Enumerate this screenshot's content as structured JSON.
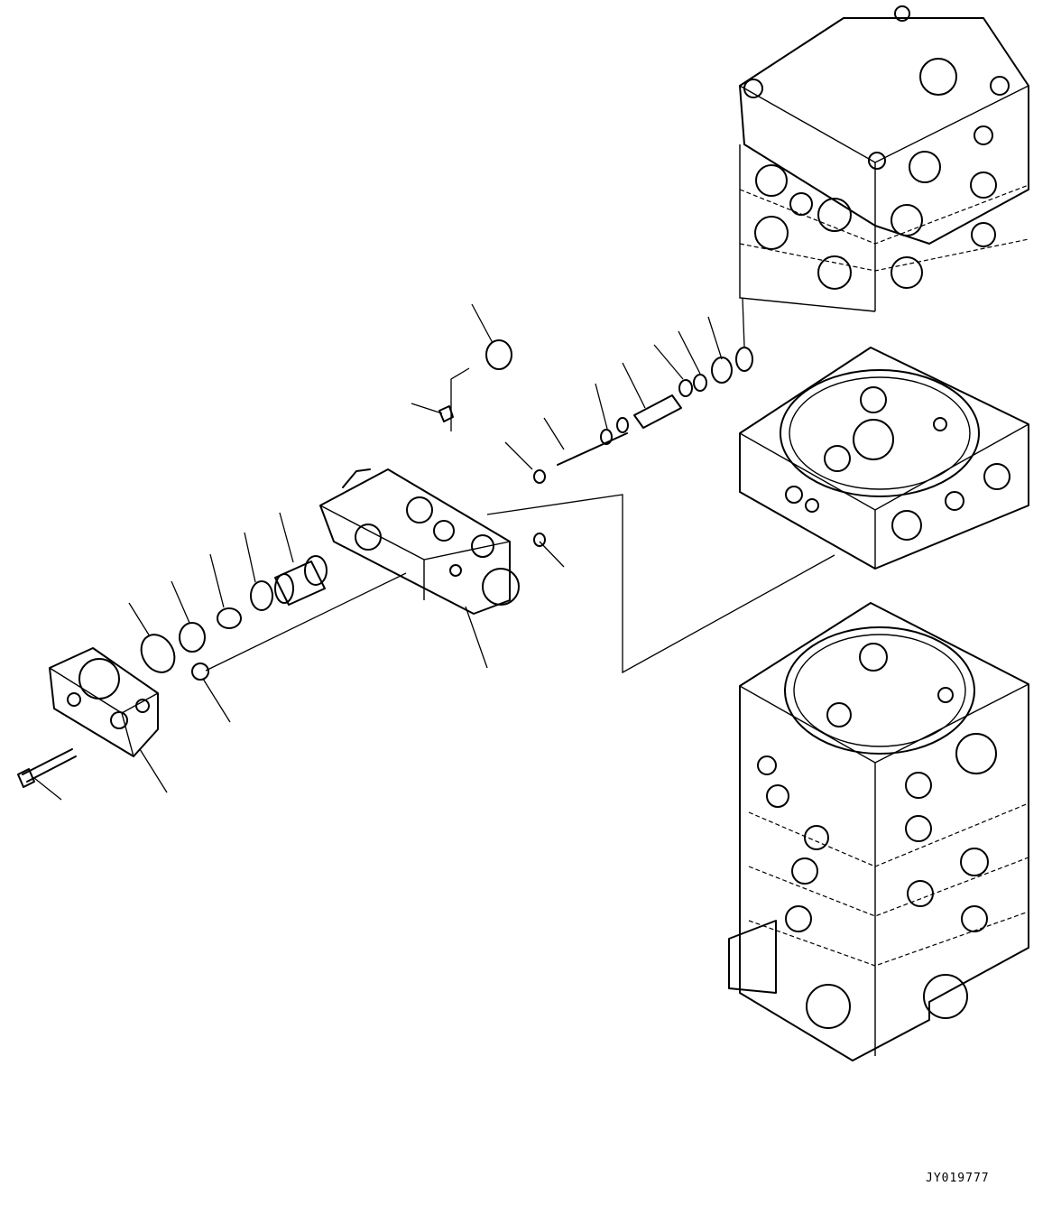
{
  "drawing": {
    "code": "JY019777",
    "components": {
      "cover_plate": "cover-plate",
      "valve_body": "valve-body",
      "spool": "spool",
      "plug": "plug",
      "bolt": "bolt"
    }
  }
}
